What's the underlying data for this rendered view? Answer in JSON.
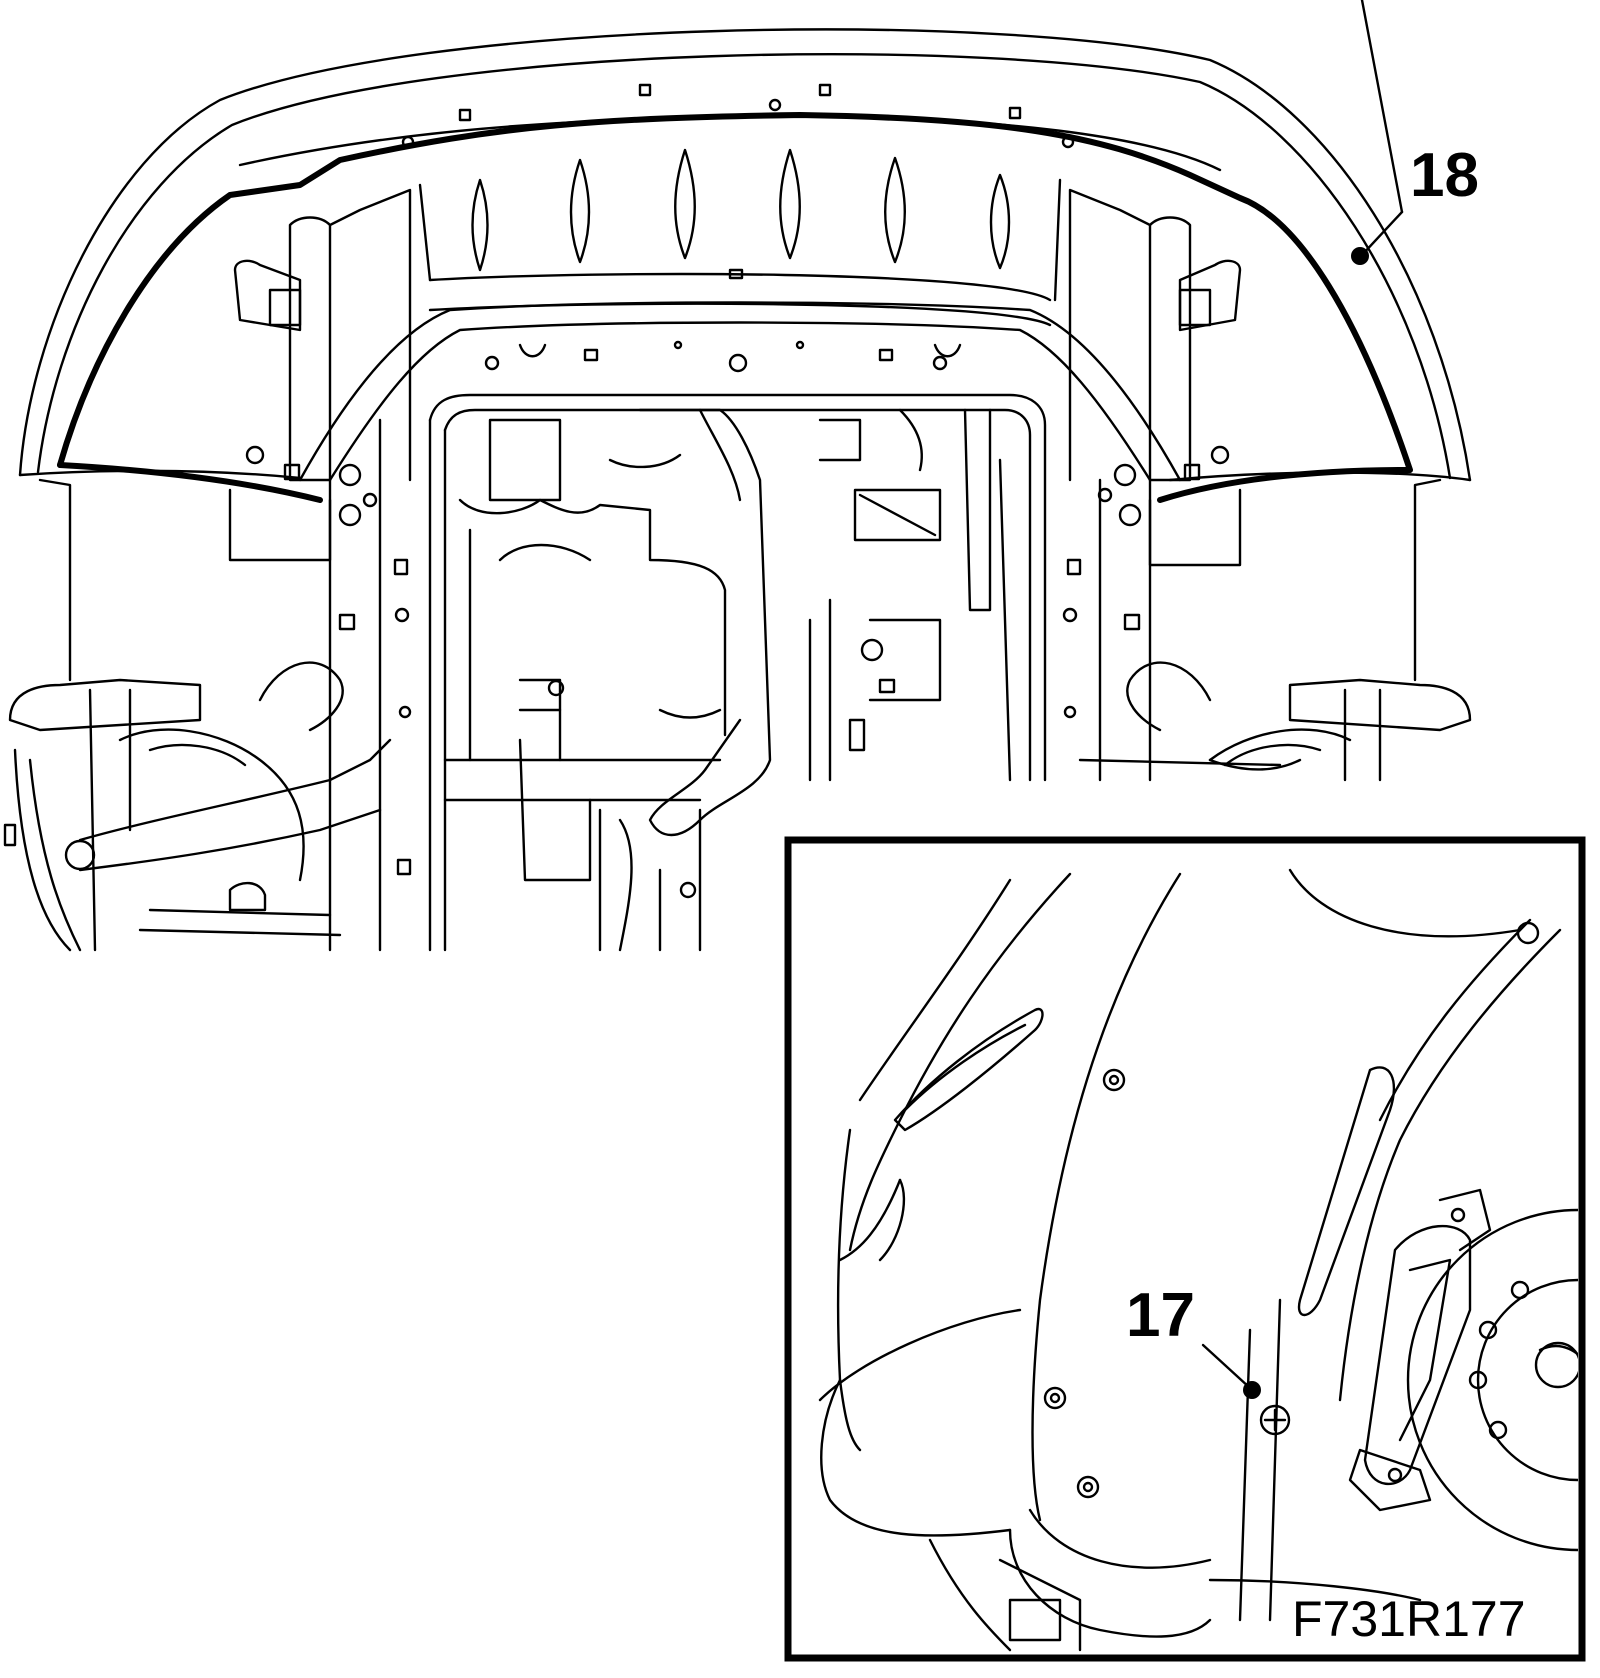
{
  "figure": {
    "code": "F731R177",
    "callouts": [
      {
        "id": "18",
        "label": "18"
      },
      {
        "id": "17",
        "label": "17"
      }
    ],
    "colors": {
      "line": "#000000",
      "background": "#ffffff"
    }
  }
}
